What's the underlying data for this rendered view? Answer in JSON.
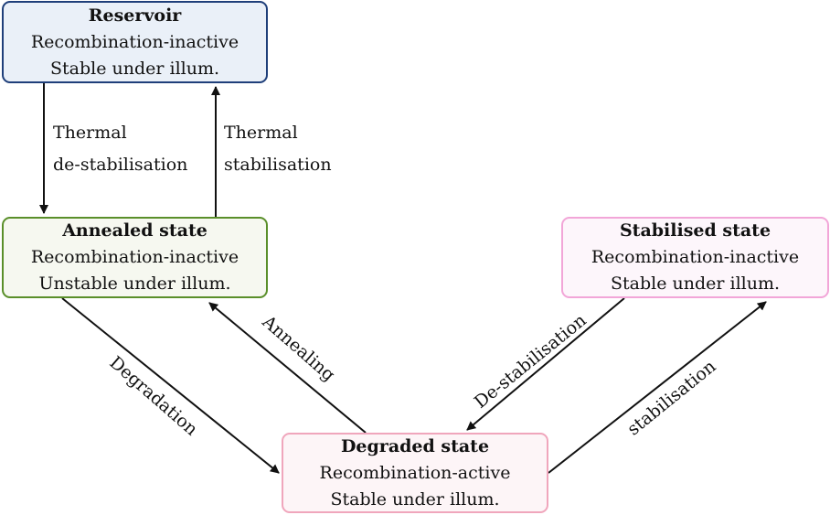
{
  "colors": {
    "reservoir_border": "#1f3f7a",
    "reservoir_fill": "#eaf0f8",
    "annealed_border": "#5a8f2a",
    "annealed_fill": "#f6f8f0",
    "stabilised_border": "#f2a6d8",
    "stabilised_fill": "#fdf6fb",
    "degraded_border": "#f0a6bc",
    "degraded_fill": "#fdf5f7",
    "arrow": "#111111"
  },
  "nodes": {
    "reservoir": {
      "title": "Reservoir",
      "line1": "Recombination-inactive",
      "line2": "Stable under illum."
    },
    "annealed": {
      "title": "Annealed state",
      "line1": "Recombination-inactive",
      "line2": "Unstable under illum."
    },
    "stabilised": {
      "title": "Stabilised state",
      "line1": "Recombination-inactive",
      "line2": "Stable under illum."
    },
    "degraded": {
      "title": "Degraded state",
      "line1": "Recombination-active",
      "line2": "Stable under illum."
    }
  },
  "edges": {
    "thermal_destabilisation": {
      "line1": "Thermal",
      "line2": "de-stabilisation"
    },
    "thermal_stabilisation": {
      "line1": "Thermal",
      "line2": "stabilisation"
    },
    "degradation": "Degradation",
    "annealing": "Annealing",
    "destabilisation": "De-stabilisation",
    "stabilisation": "stabilisation"
  }
}
